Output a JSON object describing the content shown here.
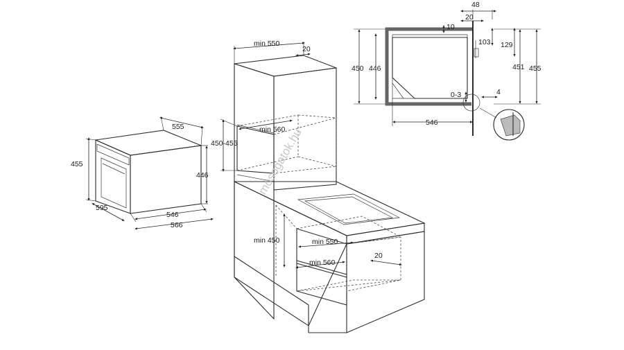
{
  "watermark": "mosogatok.hu",
  "small_oven": {
    "d_width_top": "555",
    "d_height_left": "455",
    "d_height_right": "446",
    "d_depth_front": "595",
    "d_bottom_inner": "546",
    "d_bottom_outer": "566"
  },
  "tall_cabinet": {
    "d_min_width_top": "min 550",
    "d_gap_top": "20",
    "d_niche_height": "450-455",
    "d_niche_depth": "min 560"
  },
  "base_cabinet": {
    "d_min_height": "min 450",
    "d_min_width": "min 550",
    "d_min_depth": "min 560",
    "d_gap": "20"
  },
  "section_view": {
    "d_48": "48",
    "d_20": "20",
    "d_10": "10",
    "d_103": "103",
    "d_129": "129",
    "d_450": "450",
    "d_446": "446",
    "d_451": "451",
    "d_455": "455",
    "d_03": "0-3",
    "d_4": "4",
    "d_546": "546"
  },
  "colors": {
    "line": "#2b2b2b",
    "frame": "#666666",
    "watermark": "#c8c8c8"
  }
}
